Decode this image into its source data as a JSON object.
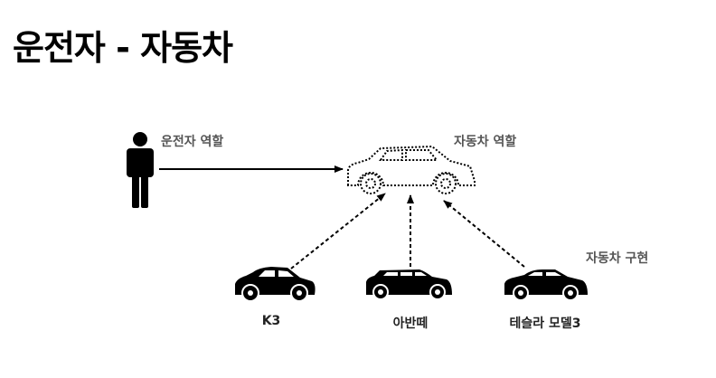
{
  "title": "운전자 - 자동차",
  "roles": {
    "driver_label": "운전자 역할",
    "car_label": "자동차 역할"
  },
  "implementation_label": "자동차 구현",
  "implementations": [
    {
      "label": "K3"
    },
    {
      "label": "아반떼"
    },
    {
      "label": "테슬라 모델3"
    }
  ],
  "colors": {
    "ink": "#000000",
    "label_gray": "#555555"
  }
}
